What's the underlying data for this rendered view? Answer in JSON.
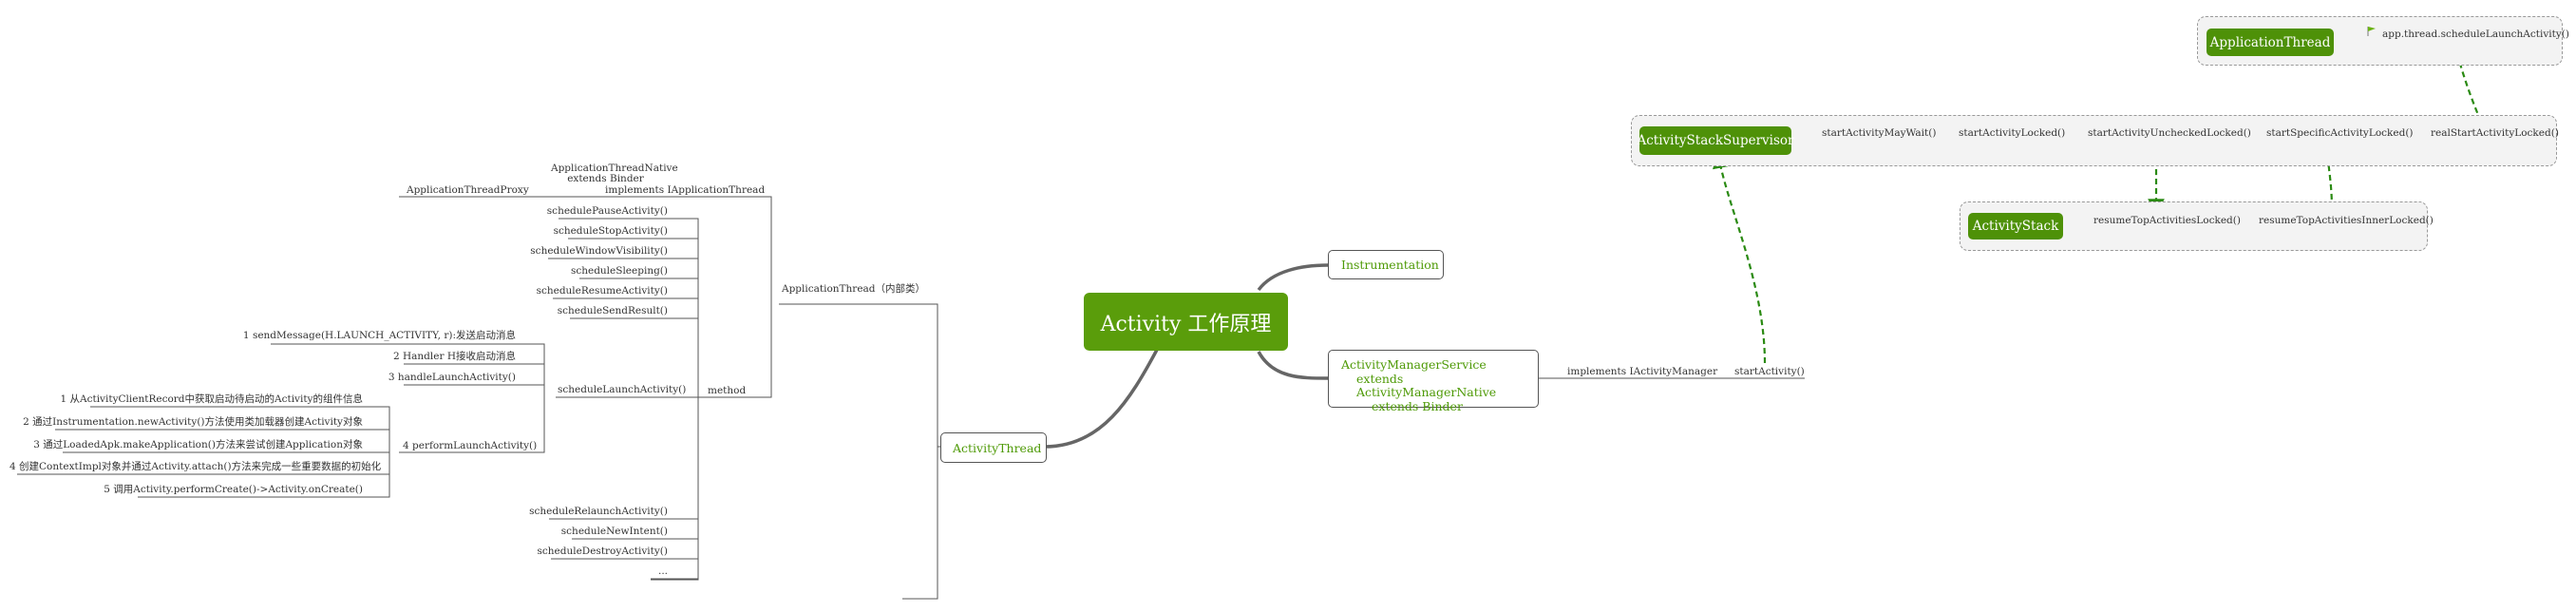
{
  "center": "Activity 工作原理",
  "instrumentation": "Instrumentation",
  "ams": [
    "ActivityManagerService",
    "extends ActivityManagerNative",
    "extends Binder"
  ],
  "ams_branch": [
    "implements IActivityManager",
    "startActivity()"
  ],
  "activity_thread": "ActivityThread",
  "app_thread_inner": "ApplicationThread（内部类）",
  "app_thread_native": [
    "ApplicationThreadNative",
    "extends Binder",
    "implements IApplicationThread"
  ],
  "app_thread_proxy": "ApplicationThreadProxy",
  "method": "method",
  "methods_top": [
    "schedulePauseActivity()",
    "scheduleStopActivity()",
    "scheduleWindowVisibility()",
    "scheduleSleeping()",
    "scheduleResumeActivity()",
    "scheduleSendResult()"
  ],
  "schedule_launch": "scheduleLaunchActivity()",
  "launch_steps": [
    "1 sendMessage(H.LAUNCH_ACTIVITY, r):发送启动消息",
    "2 Handler H接收启动消息",
    "3 handleLaunchActivity()",
    "4 performLaunchActivity()"
  ],
  "perform_steps": [
    "1 从ActivityClientRecord中获取启动待启动的Activity的组件信息",
    "2 通过Instrumentation.newActivity()方法使用类加载器创建Activity对象",
    "3 通过LoadedApk.makeApplication()方法来尝试创建Application对象",
    "4 创建ContextImpl对象并通过Activity.attach()方法来完成一些重要数据的初始化",
    "5 调用Activity.performCreate()->Activity.onCreate()"
  ],
  "methods_bottom": [
    "scheduleRelaunchActivity()",
    "scheduleNewIntent()",
    "scheduleDestroyActivity()",
    "..."
  ],
  "supervisor": "ActivityStackSupervisor",
  "supervisor_methods": [
    "startActivityMayWait()",
    "startActivityLocked()",
    "startActivityUncheckedLocked()",
    "startSpecificActivityLocked()",
    "realStartActivityLocked()"
  ],
  "stack": "ActivityStack",
  "stack_methods": [
    "resumeTopActivitiesLocked()",
    "resumeTopActivitiesInnerLocked()"
  ],
  "app_thread": "ApplicationThread",
  "app_thread_call": "app.thread.scheduleLaunchActivity()",
  "colors": {
    "green": "#4e9108",
    "line": "#555555",
    "dashed": "#2a8a12"
  }
}
